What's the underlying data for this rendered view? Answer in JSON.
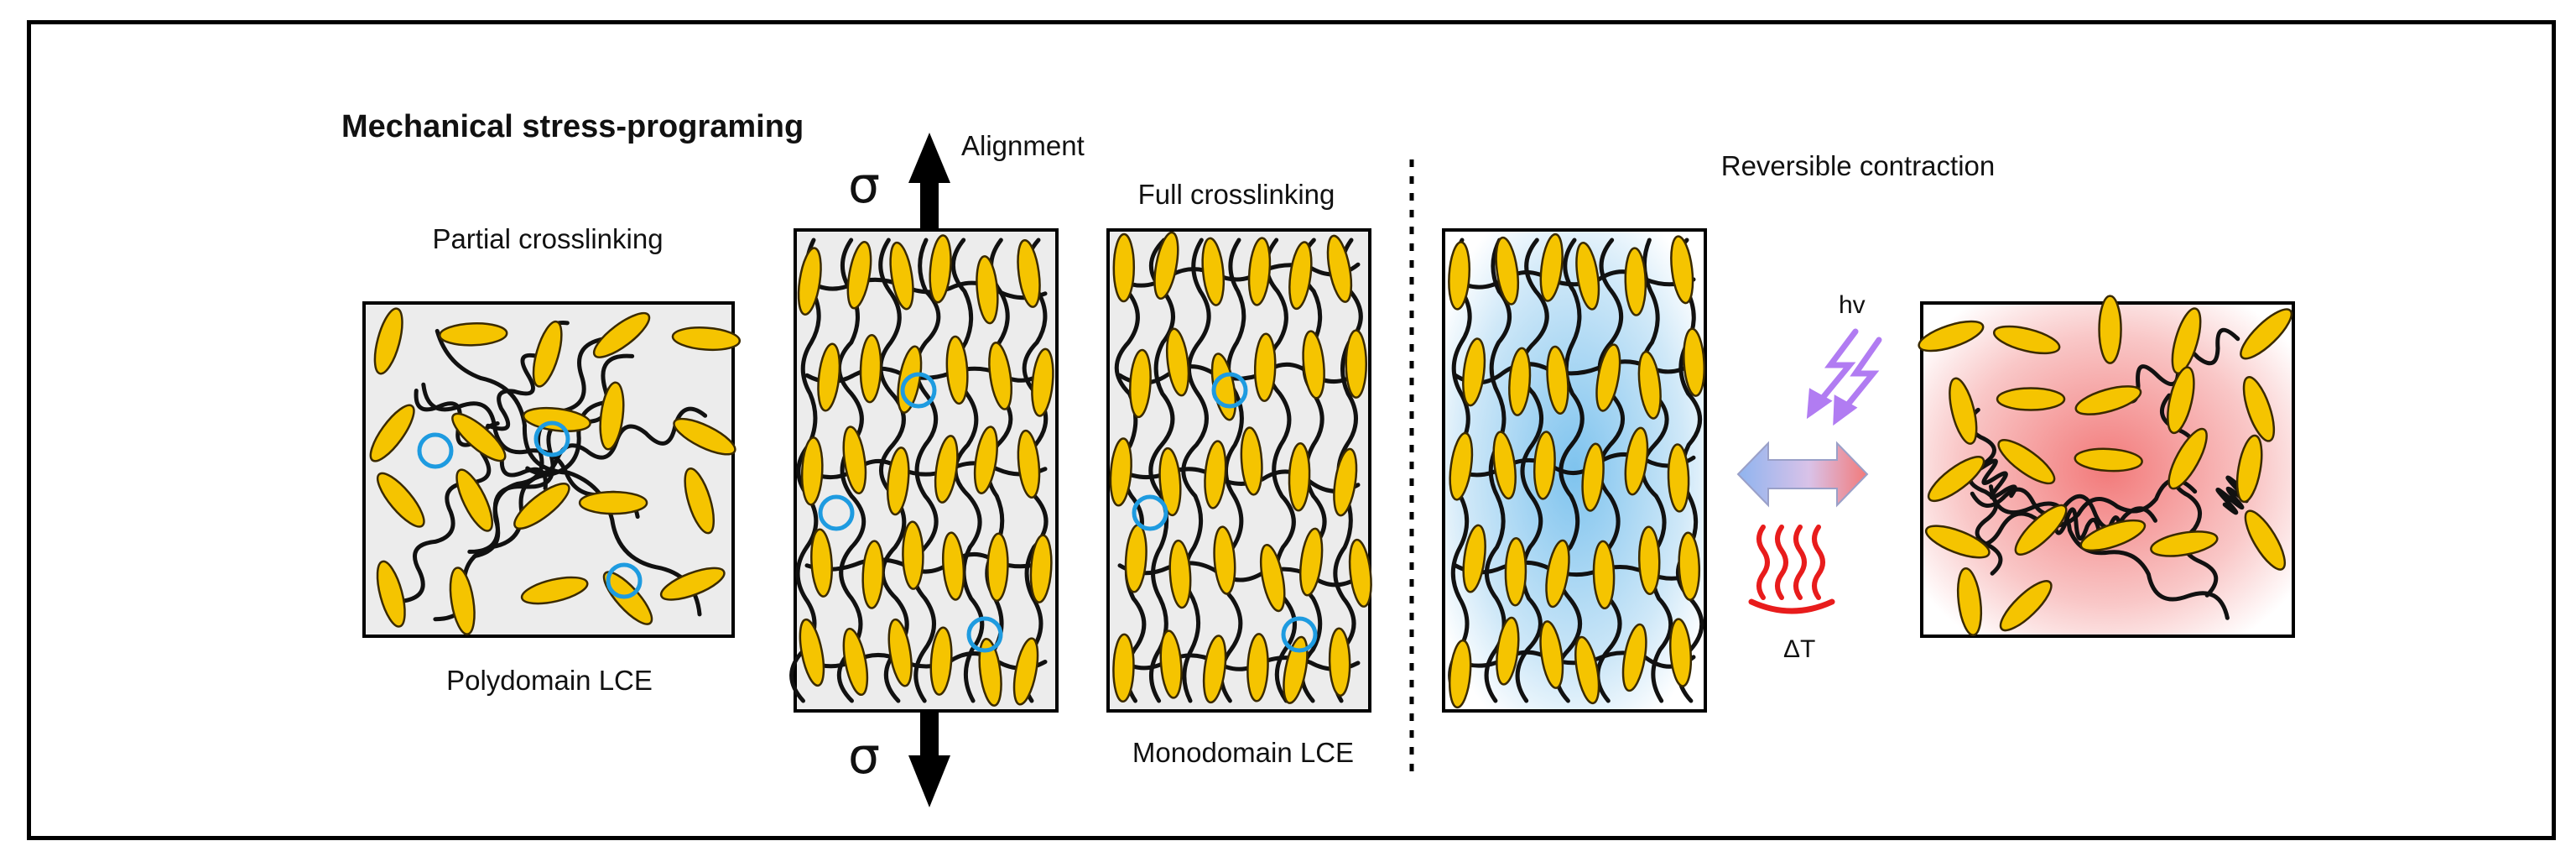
{
  "title": "Mechanical stress-programing",
  "labels": {
    "partial_crosslinking": "Partial crosslinking",
    "polydomain": "Polydomain LCE",
    "alignment": "Alignment",
    "sigma_top": "σ",
    "sigma_bottom": "σ",
    "full_crosslinking": "Full crosslinking",
    "monodomain": "Monodomain LCE",
    "reversible_contraction": "Reversible contraction",
    "light": "hv",
    "heat": "ΔT"
  },
  "colors": {
    "mesogen_fill": "#f5c400",
    "mesogen_stroke": "#3a2a00",
    "crosslink_ring": "#1e9be0",
    "box_fill": "#ececec",
    "light_bolt": "#b17cf2",
    "heat_wave": "#e81c1c",
    "cold": "#9fd0f0",
    "hot": "#f4a0a0"
  },
  "icons": [
    "stretch-arrow-icon",
    "lightning-icon",
    "double-arrow-icon",
    "heat-icon",
    "crosslink-ring-icon",
    "mesogen-icon"
  ]
}
